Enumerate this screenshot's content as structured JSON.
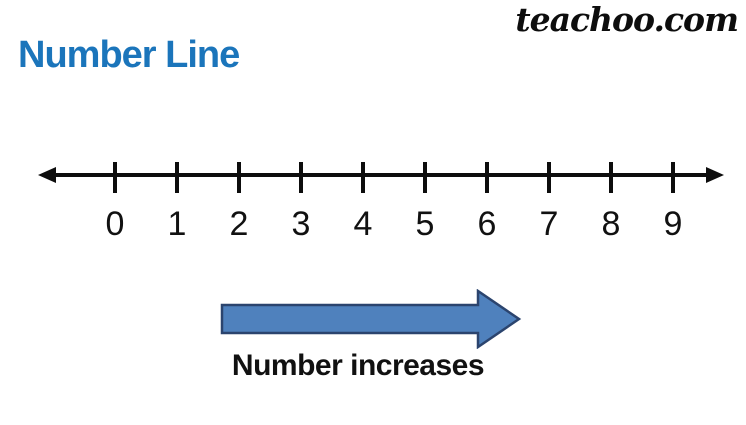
{
  "header": {
    "logo_text": "teachoo.com",
    "title": "Number Line"
  },
  "colors": {
    "title_blue": "#1B75BB",
    "line_black": "#0D0D0D",
    "arrow_fill": "#4F81BD",
    "arrow_border": "#2B446E"
  },
  "icons": {
    "left_axis_arrowhead": "triangle-left",
    "right_axis_arrowhead": "triangle-right",
    "block_arrow": "block-arrow-right"
  },
  "numberline": {
    "tick_labels": [
      "0",
      "1",
      "2",
      "3",
      "4",
      "5",
      "6",
      "7",
      "8",
      "9"
    ]
  },
  "arrow": {
    "label": "Number increases",
    "direction": "right"
  }
}
